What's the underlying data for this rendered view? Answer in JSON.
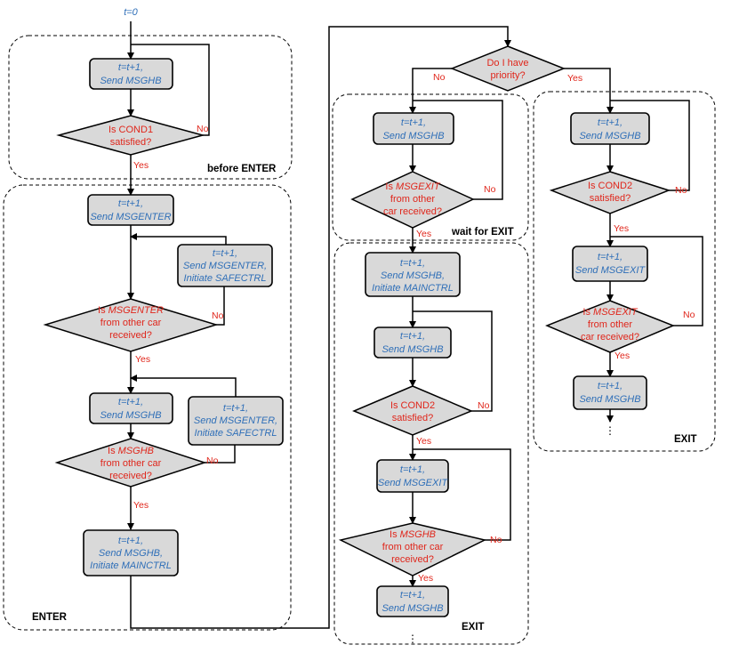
{
  "start": "t=0",
  "groups": {
    "before_enter": "before ENTER",
    "enter": "ENTER",
    "wait_for_exit": "wait for EXIT",
    "exit_middle": "EXIT",
    "exit_right": "EXIT"
  },
  "edge_labels": {
    "yes": "Yes",
    "no": "No"
  },
  "boxes": {
    "tt": "t=t+1,",
    "send": "Send",
    "send_msghb_comma": "Send MSGHB,",
    "msghb": "MSGHB",
    "msgenter": "MSGENTER",
    "msgenter_comma": "MSGENTER,",
    "msgexit": "MSGEXIT",
    "initiate_safectrl": "Initiate SAFECTRL",
    "initiate_mainctrl": "Initiate MAINCTRL"
  },
  "decisions": {
    "is_cond1": "Is COND1",
    "is_cond2": "Is COND2",
    "satisfied": "satisfied?",
    "is": "Is",
    "msgenter": "MSGENTER",
    "msghb": "MSGHB",
    "msgexit": "MSGEXIT",
    "from_other_car": "from other car",
    "from_other": "from other",
    "car_received": "car received?",
    "received": "received?",
    "do_i_have": "Do I have",
    "priority": "priority?"
  },
  "continuation": "⋮"
}
